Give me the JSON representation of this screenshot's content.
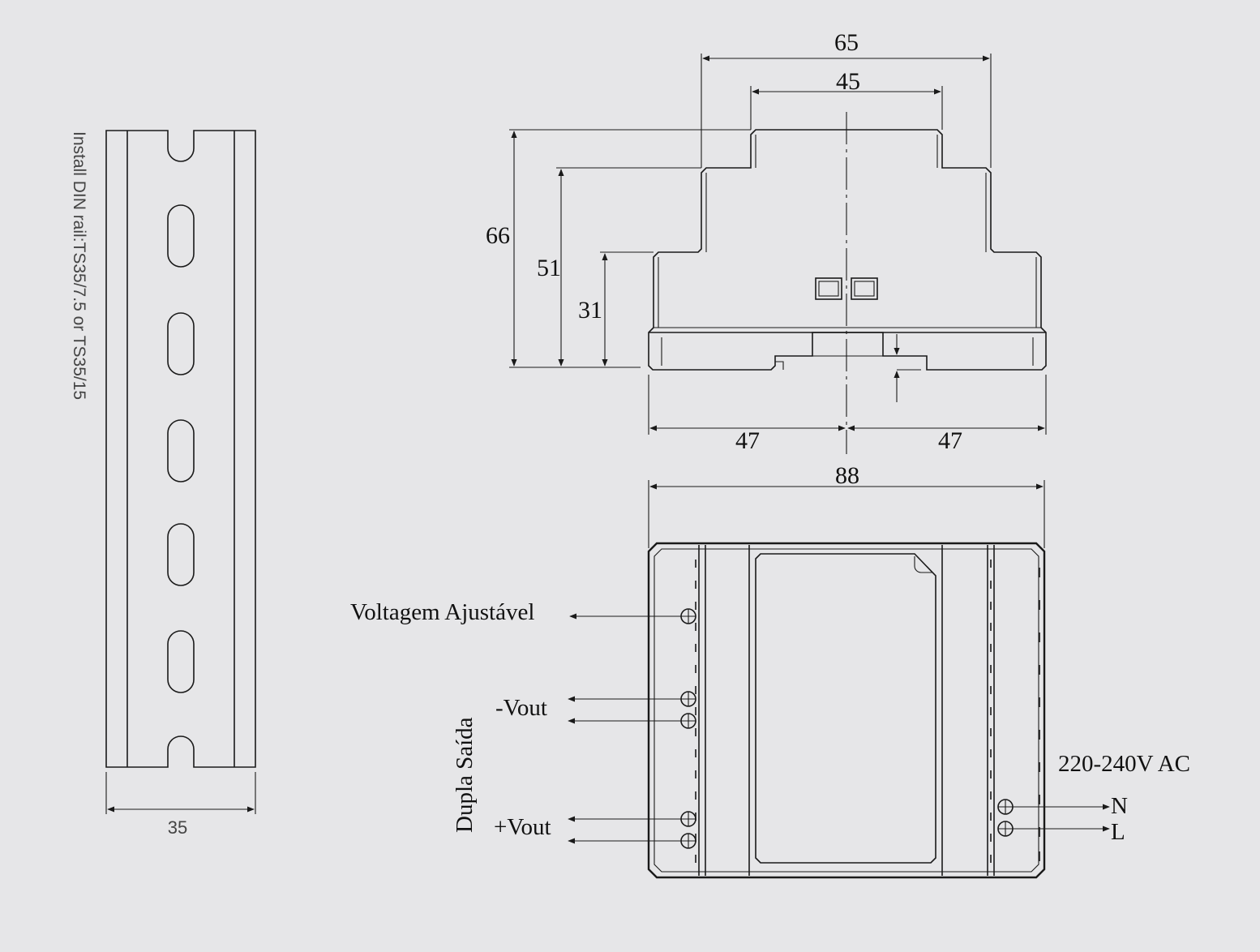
{
  "din_rail": {
    "install_note": "Install DIN rail:TS35/7.5 or TS35/15",
    "width_dim": "35"
  },
  "side_view": {
    "dims": {
      "overall_top": "65",
      "top_step": "45",
      "total_height": "66",
      "mid_height": "51",
      "low_height": "31",
      "left_half": "47",
      "right_half": "47"
    }
  },
  "front_view": {
    "width_dim": "88",
    "labels": {
      "adjust": "Voltagem Ajustável",
      "minus_vout": "-Vout",
      "plus_vout": "+Vout",
      "dual_output": "Dupla Saída",
      "ac_input": "220-240V AC",
      "neutral": "N",
      "line": "L"
    }
  }
}
